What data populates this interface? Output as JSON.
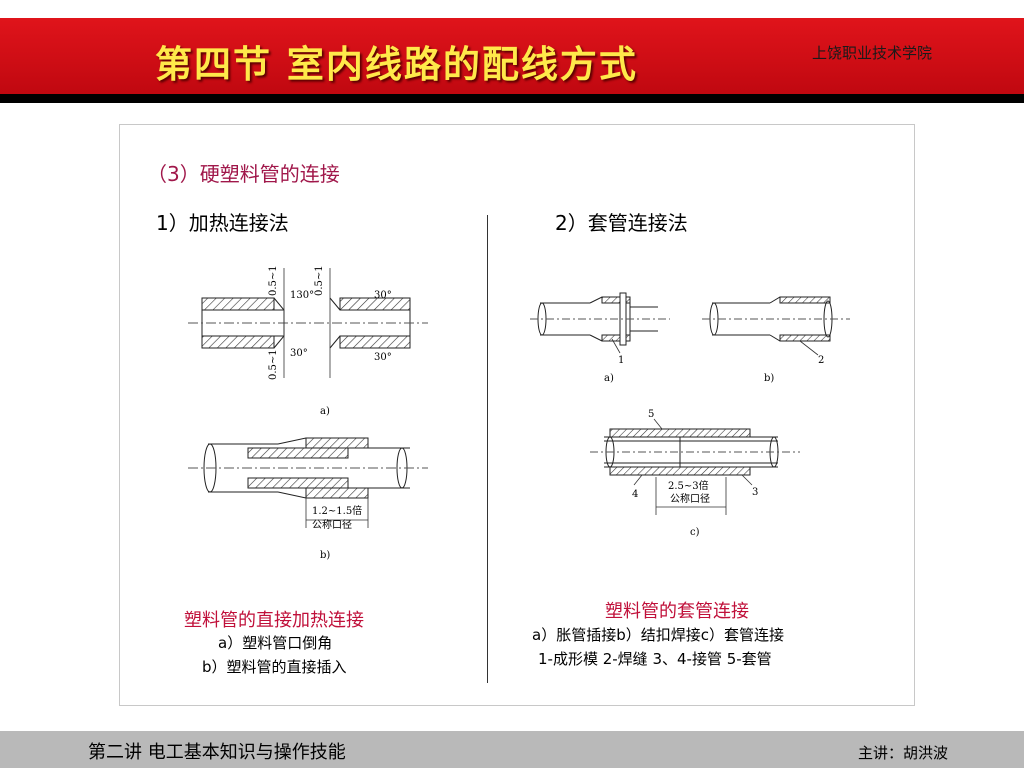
{
  "header": {
    "title": "第四节  室内线路的配线方式",
    "school": "上饶职业技术学院"
  },
  "content": {
    "section_title": "（3）硬塑料管的连接",
    "left_heading": "1）加热连接法",
    "right_heading": "2）套管连接法",
    "left_caption": {
      "title": "塑料管的直接加热连接",
      "line1": "a）塑料管口倒角",
      "line2": "b）塑料管的直接插入"
    },
    "right_caption": {
      "title": "塑料管的套管连接",
      "line1": "a）胀管插接b）结扣焊接c）套管连接",
      "line2": "1-成形模 2-焊缝 3、4-接管 5-套管"
    },
    "diagram_labels": {
      "dim_a": "0.5~1",
      "dim_b": "0.5~1",
      "dim_c": "0.5~1",
      "angle_1": "130°",
      "angle_2": "30°",
      "angle_3": "30°",
      "angle_4": "30°",
      "fig_a": "a)",
      "fig_b": "b)",
      "dim_insert_1": "1.2~1.5倍",
      "dim_insert_2": "公称口径",
      "right_fig_a": "a)",
      "right_fig_b": "b)",
      "right_fig_c": "c)",
      "part_1": "1",
      "part_2": "2",
      "part_3": "3",
      "part_4": "4",
      "part_5": "5",
      "dim_sleeve_1": "2.5~3倍",
      "dim_sleeve_2": "公称口径"
    }
  },
  "footer": {
    "lecture": "第二讲  电工基本知识与操作技能",
    "lecturer": "主讲：胡洪波"
  },
  "colors": {
    "header_red": "#d0101a",
    "title_yellow": "#ffe94a",
    "caption_red": "#c0103a",
    "footer_gray": "#b9b9b9"
  }
}
